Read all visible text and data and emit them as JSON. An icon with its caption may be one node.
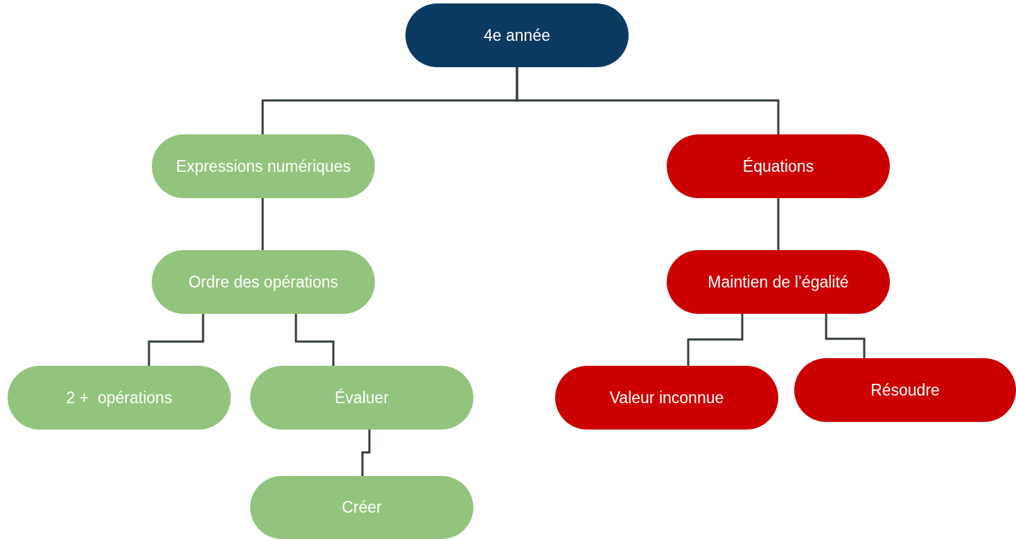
{
  "diagram": {
    "nodes": [
      {
        "text": [
          "4e année"
        ]
      },
      {
        "text": [
          "Expressions numériques"
        ]
      },
      {
        "text": [
          "Équations"
        ]
      },
      {
        "text": [
          "Ordre des opérations"
        ]
      },
      {
        "text": [
          "Maintien de l’égalité"
        ]
      },
      {
        "text": [
          "2 +  opérations"
        ]
      },
      {
        "text": [
          "Évaluer"
        ]
      },
      {
        "text": [
          "Valeur inconnue"
        ]
      },
      {
        "text": [
          "Résoudre"
        ]
      },
      {
        "text": [
          "Créer"
        ]
      }
    ],
    "edges": [
      {
        "from": 0,
        "to": 1,
        "arrow": "none"
      },
      {
        "from": 0,
        "to": 2,
        "arrow": "none"
      },
      {
        "from": 1,
        "to": 3,
        "arrow": "none"
      },
      {
        "from": 2,
        "to": 4,
        "arrow": "none"
      },
      {
        "from": 3,
        "to": 5,
        "arrow": "none"
      },
      {
        "from": 3,
        "to": 6,
        "arrow": "none"
      },
      {
        "from": 4,
        "to": 7,
        "arrow": "none"
      },
      {
        "from": 4,
        "to": 8,
        "arrow": "none"
      },
      {
        "from": 6,
        "to": 9,
        "arrow": "none"
      }
    ]
  }
}
